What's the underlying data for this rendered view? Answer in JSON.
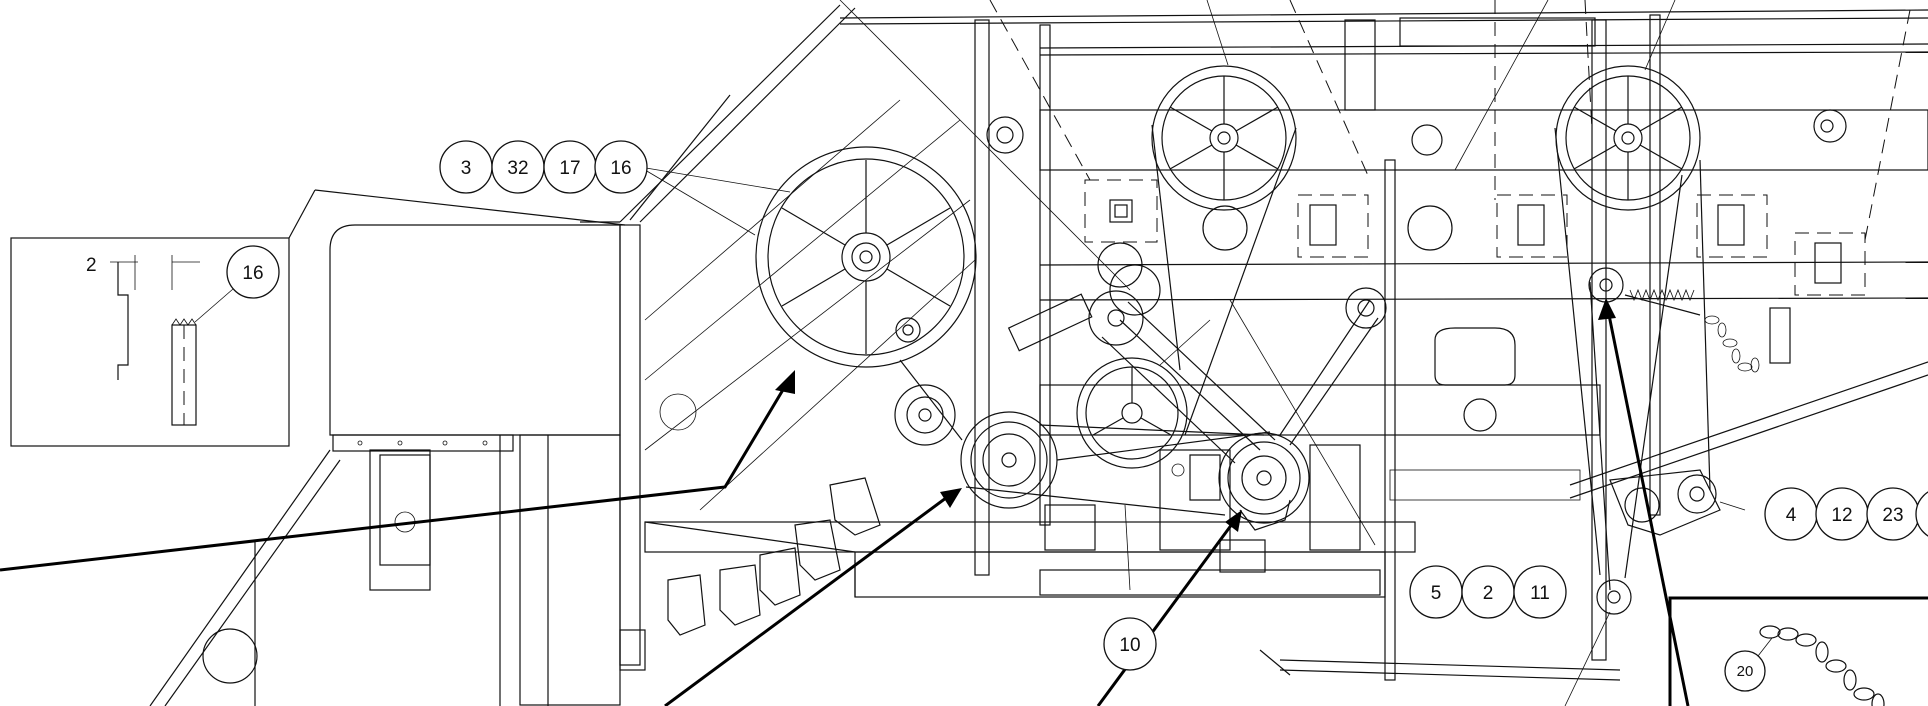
{
  "callouts": {
    "group_top_left": [
      "3",
      "32",
      "17",
      "16"
    ],
    "detail_box": "16",
    "detail_dimension": "2",
    "group_right": [
      "4",
      "12",
      "23"
    ],
    "group_mid_right": [
      "5",
      "2",
      "11"
    ],
    "bottom_center": "10",
    "inset_chain": "20"
  }
}
